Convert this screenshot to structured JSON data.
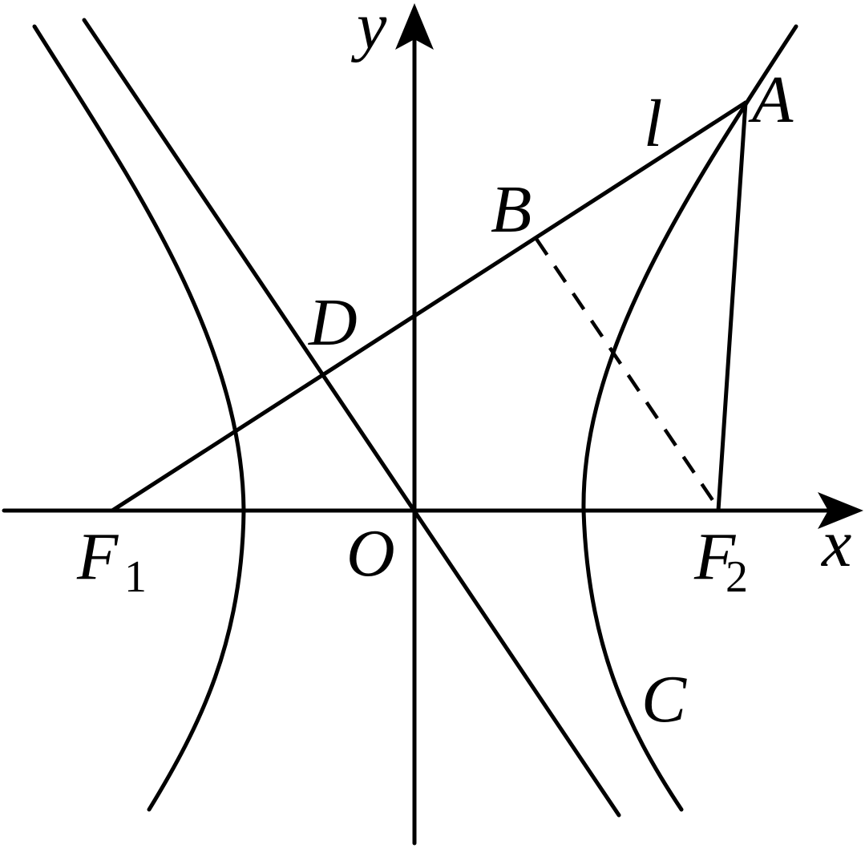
{
  "labels": {
    "y_axis": "y",
    "x_axis": "x",
    "origin": "O",
    "point_a": "A",
    "point_b": "B",
    "point_d": "D",
    "line_l": "l",
    "curve_c": "C",
    "focus_left": "F",
    "focus_left_sub": "1",
    "focus_right": "F",
    "focus_right_sub": "2"
  },
  "colors": {
    "stroke": "#000000",
    "background": "#ffffff"
  }
}
